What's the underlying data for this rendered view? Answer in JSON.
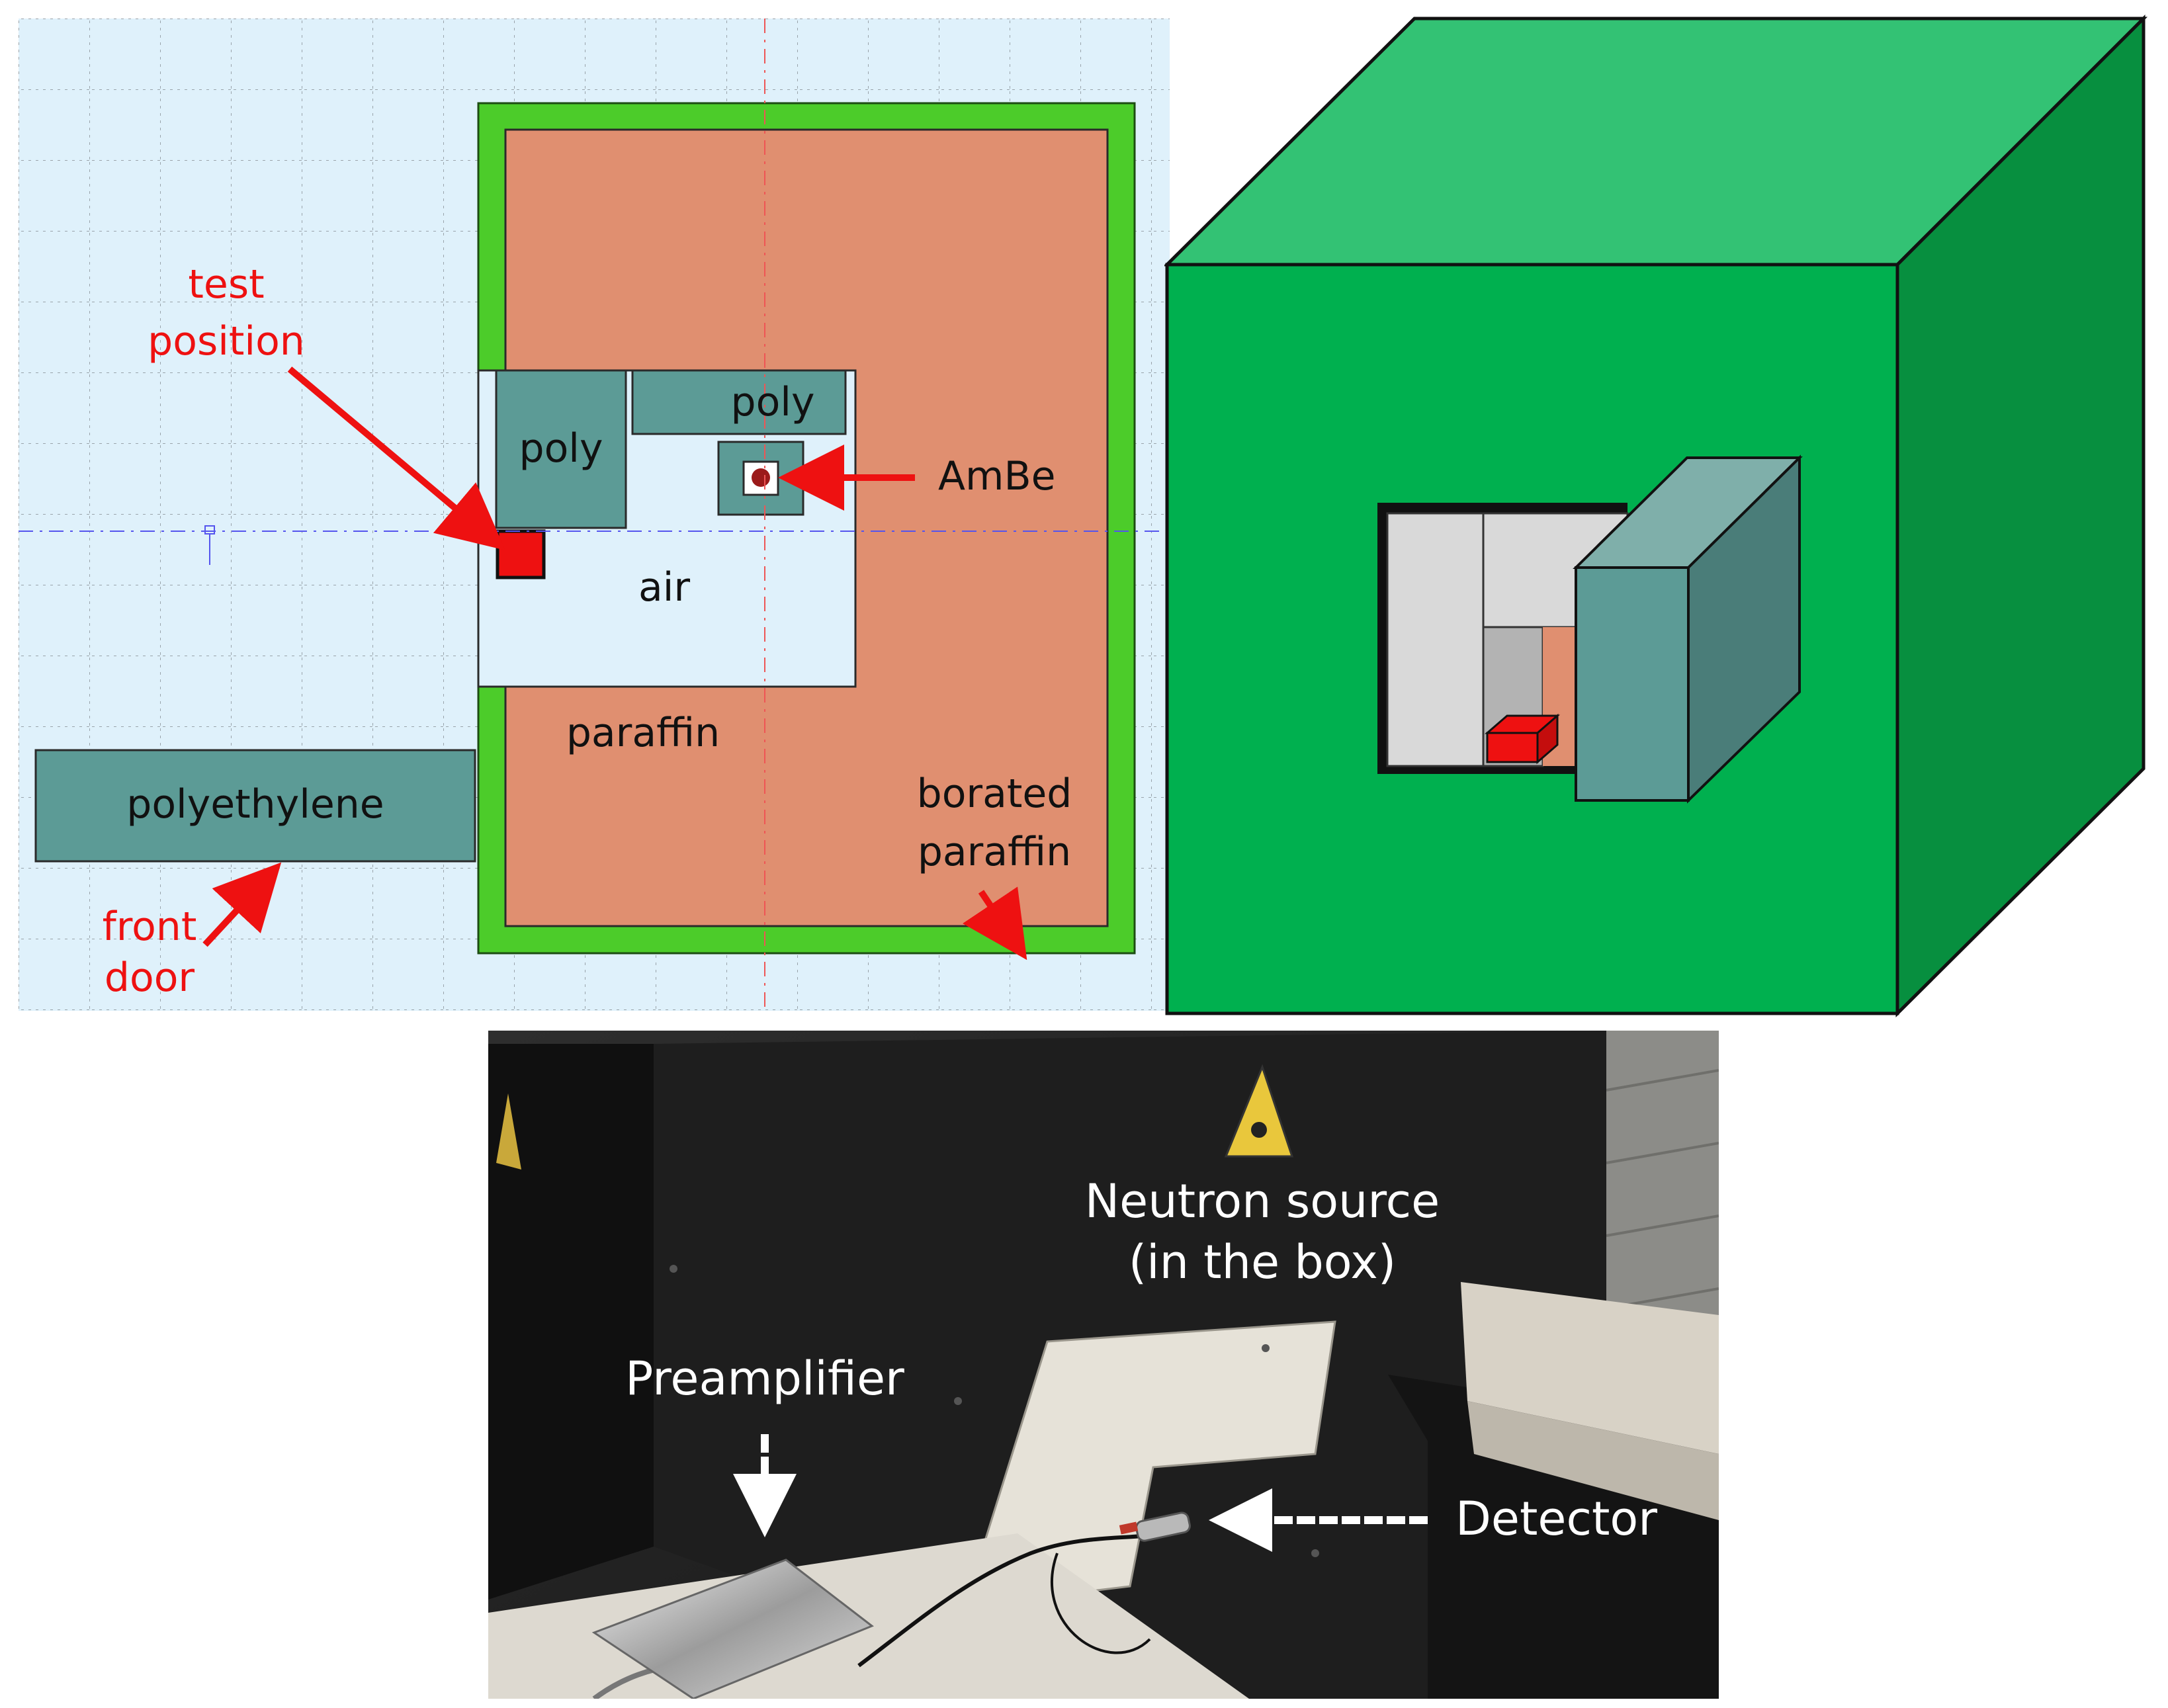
{
  "schematic": {
    "labels": {
      "poly_left": "poly",
      "poly_top": "poly",
      "air": "air",
      "paraffin": "paraffin",
      "polyethylene": "polyethylene",
      "ambe": "AmBe",
      "test_position_line1": "test",
      "test_position_line2": "position",
      "front_door_line1": "front",
      "front_door_line2": "door",
      "borated_line1": "borated",
      "borated_line2": "paraffin"
    },
    "colors": {
      "grid_background": "#dff1fb",
      "paraffin": "#e08f70",
      "borated_paraffin": "#4ccc2a",
      "poly": "#5c9b96",
      "air": "#dff1fb",
      "test_position": "#ee1111",
      "annotation": "#ee1111"
    }
  },
  "box3d": {
    "colors": {
      "front": "#00b04f",
      "top": "#33c274",
      "side": "#078f3f",
      "opening": "#111111",
      "inner_light": "#d9d9d9",
      "inner_mid": "#b3b3b3",
      "paraffin": "#e08f70",
      "poly_front": "#5c9b96",
      "poly_top": "#7fafaa",
      "poly_side": "#4a7d79",
      "sample": "#ee1111"
    }
  },
  "photo": {
    "labels": {
      "source_line1": "Neutron source",
      "source_line2": "(in the box)",
      "preamplifier": "Preamplifier",
      "detector": "Detector"
    }
  }
}
